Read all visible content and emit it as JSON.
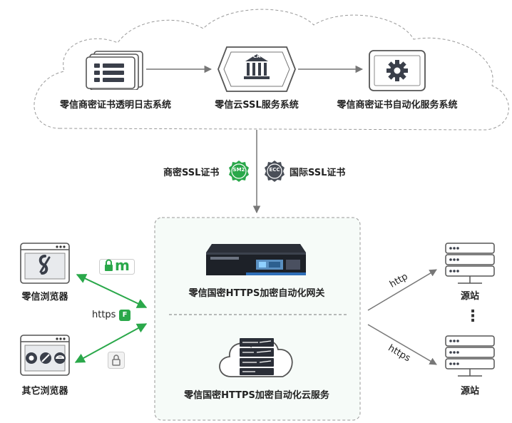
{
  "cloud": {
    "systems": [
      {
        "label": "零信商密证书透明日志系统",
        "icon": "log-list-icon"
      },
      {
        "label": "零信云SSL服务系统",
        "icon": "ca-bank-icon"
      },
      {
        "label": "零信商密证书自动化服务系统",
        "icon": "gear-monitor-icon"
      }
    ],
    "ca_text": "CA"
  },
  "certs": {
    "left_label": "商密SSL证书",
    "left_badge": "SM2",
    "right_badge": "ECC",
    "right_label": "国际SSL证书"
  },
  "center": {
    "gateway_label": "零信国密HTTPS加密自动化网关",
    "cloud_service_label": "零信国密HTTPS加密自动化云服务"
  },
  "clients": [
    {
      "label": "零信浏览器",
      "icon": "zero-trust-logo-icon"
    },
    {
      "label": "其它浏览器",
      "icon": "browser-logos-icon"
    }
  ],
  "client_badges": {
    "m_badge": "m",
    "protocol": "https",
    "f_badge": "F"
  },
  "servers": {
    "label_top": "源站",
    "label_bottom": "源站",
    "protocol_top": "http",
    "protocol_bottom": "https",
    "ellipsis": "⋮"
  },
  "colors": {
    "green": "#2aa84a",
    "gray_arrow": "#777777",
    "panel_bg": "#f6fbf8",
    "dash": "#999999"
  }
}
